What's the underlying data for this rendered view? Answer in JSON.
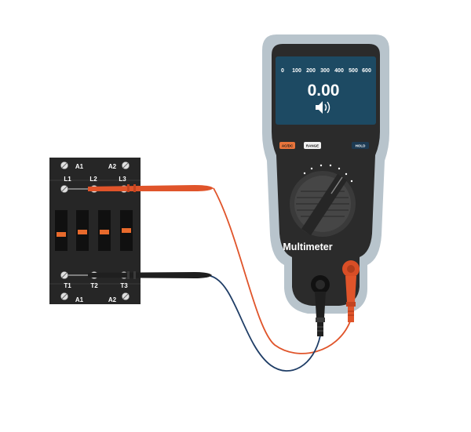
{
  "multimeter": {
    "brand": "Multimeter",
    "display": {
      "scale": [
        "0",
        "100",
        "200",
        "300",
        "400",
        "500",
        "600"
      ],
      "reading": "0.00",
      "icon": "speaker-icon"
    },
    "buttons": {
      "mode": "AC/DC",
      "range": "RANGE",
      "hold": "HOLD"
    },
    "colors": {
      "body": "#2b2b2b",
      "bezel": "#b8c4cc",
      "screen": "#1d4a63",
      "mode_button": "#e8743b",
      "range_button": "#f2f2f2",
      "hold_button": "#1d3a52"
    }
  },
  "contactor": {
    "top_labels": {
      "a1": "A1",
      "a2": "A2"
    },
    "line_labels": [
      "L1",
      "L2",
      "L3"
    ],
    "load_labels": [
      "T1",
      "T2",
      "T3"
    ],
    "bottom_labels": {
      "a1": "A1",
      "a2": "A2"
    },
    "colors": {
      "body": "#262626",
      "contacts": "#e86a2c"
    }
  },
  "probes": {
    "red": {
      "color": "#e0542a",
      "connected_to": "L1"
    },
    "black": {
      "color": "#1f1f1f",
      "wire": "#1f3d66",
      "connected_to": "T1"
    }
  }
}
